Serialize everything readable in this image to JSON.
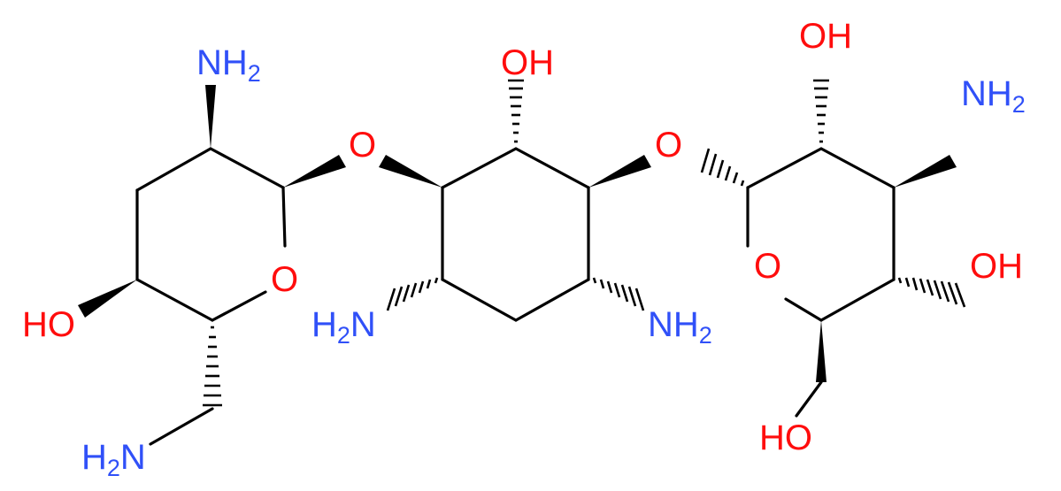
{
  "colors": {
    "bond": "#000000",
    "oxygen": "#ff0d0d",
    "nitrogen": "#3050f8",
    "background": "#ffffff"
  },
  "labels": {
    "nh2_top_left": {
      "main": "NH",
      "sub": "2"
    },
    "o_link_left": {
      "main": "O"
    },
    "oh_top_center": {
      "main": "OH"
    },
    "o_link_right": {
      "main": "O"
    },
    "oh_top_right": {
      "main": "OH"
    },
    "nh2_right": {
      "main": "NH",
      "sub": "2"
    },
    "o_ring_left": {
      "main": "O"
    },
    "ho_left": {
      "main": "HO"
    },
    "h2n_center_left": {
      "pre": "H",
      "sub": "2",
      "main": "N"
    },
    "nh2_center_right": {
      "main": "NH",
      "sub": "2"
    },
    "o_ring_right": {
      "main": "O"
    },
    "oh_right": {
      "main": "OH"
    },
    "h2n_bottom_left": {
      "pre": "H",
      "sub": "2",
      "main": "N"
    },
    "ho_bottom_right": {
      "main": "HO"
    }
  }
}
